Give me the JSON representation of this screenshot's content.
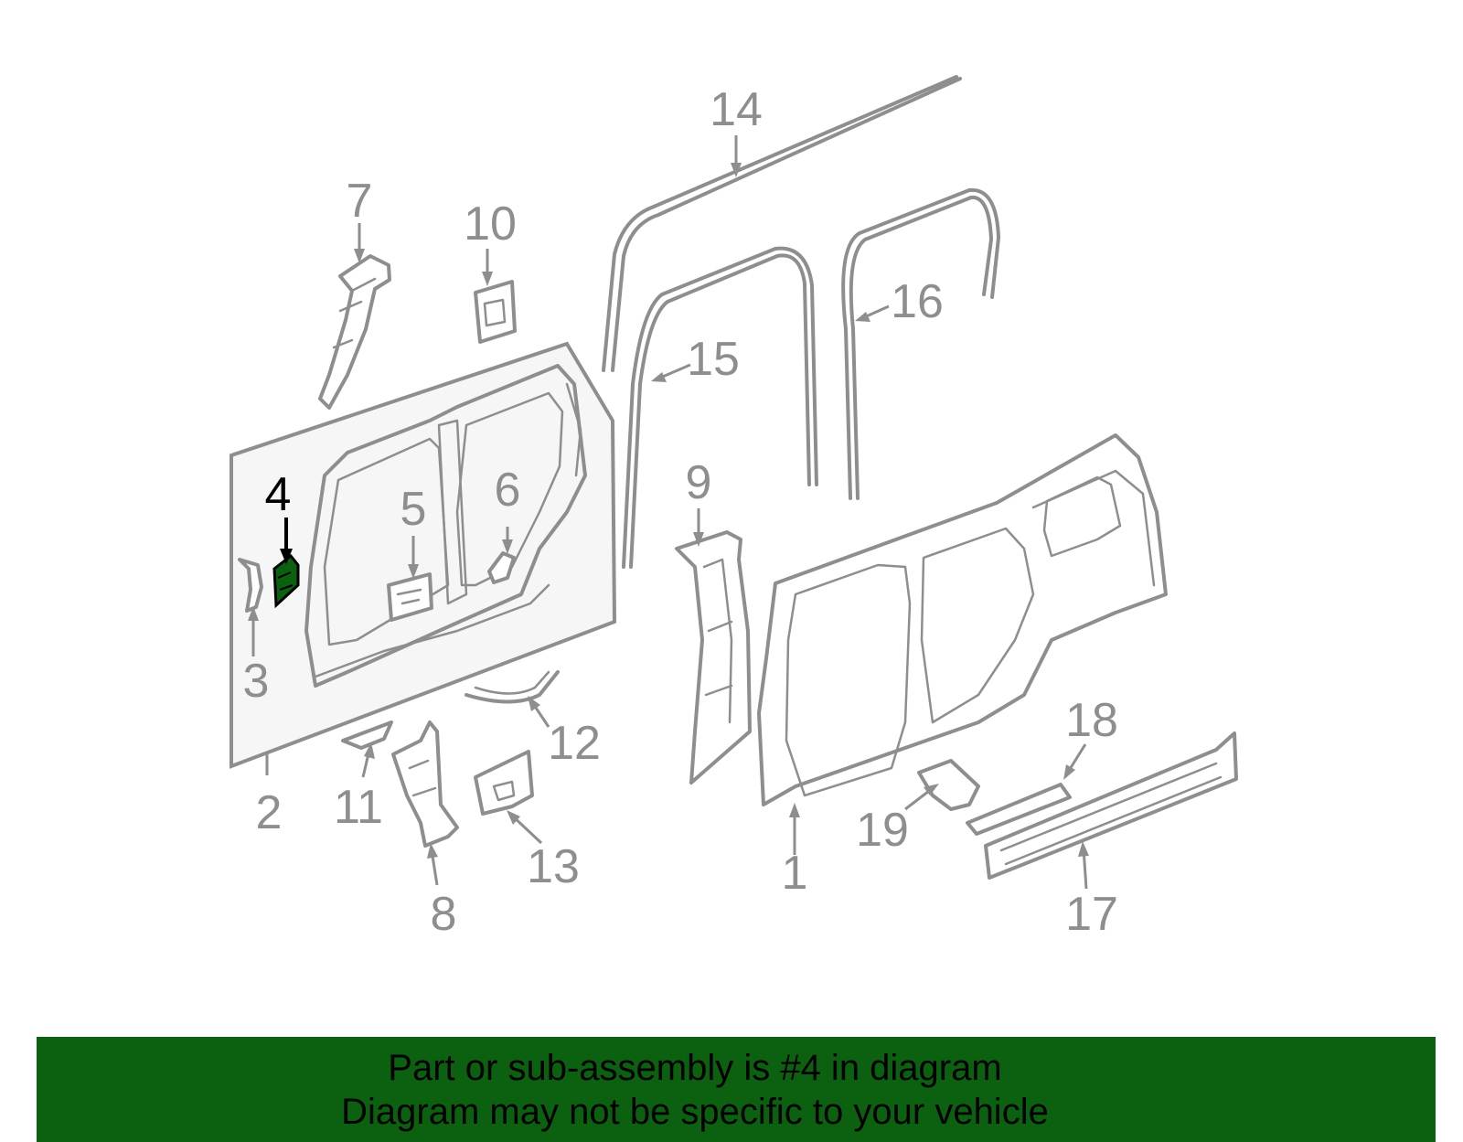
{
  "diagram": {
    "callouts": [
      {
        "id": "1",
        "label": "1"
      },
      {
        "id": "2",
        "label": "2"
      },
      {
        "id": "3",
        "label": "3"
      },
      {
        "id": "4",
        "label": "4"
      },
      {
        "id": "5",
        "label": "5"
      },
      {
        "id": "6",
        "label": "6"
      },
      {
        "id": "7",
        "label": "7"
      },
      {
        "id": "8",
        "label": "8"
      },
      {
        "id": "9",
        "label": "9"
      },
      {
        "id": "10",
        "label": "10"
      },
      {
        "id": "11",
        "label": "11"
      },
      {
        "id": "12",
        "label": "12"
      },
      {
        "id": "13",
        "label": "13"
      },
      {
        "id": "14",
        "label": "14"
      },
      {
        "id": "15",
        "label": "15"
      },
      {
        "id": "16",
        "label": "16"
      },
      {
        "id": "17",
        "label": "17"
      },
      {
        "id": "18",
        "label": "18"
      },
      {
        "id": "19",
        "label": "19"
      }
    ],
    "highlighted_part": "4",
    "colors": {
      "line": "#8e8e8e",
      "highlight_fill": "#0b6110",
      "highlight_label": "#000000",
      "panel_fill": "#f6f6f6"
    }
  },
  "banner": {
    "line1": "Part or sub-assembly is #4 in diagram",
    "line2": "Diagram may not be specific to your vehicle",
    "background": "#0b6110"
  }
}
